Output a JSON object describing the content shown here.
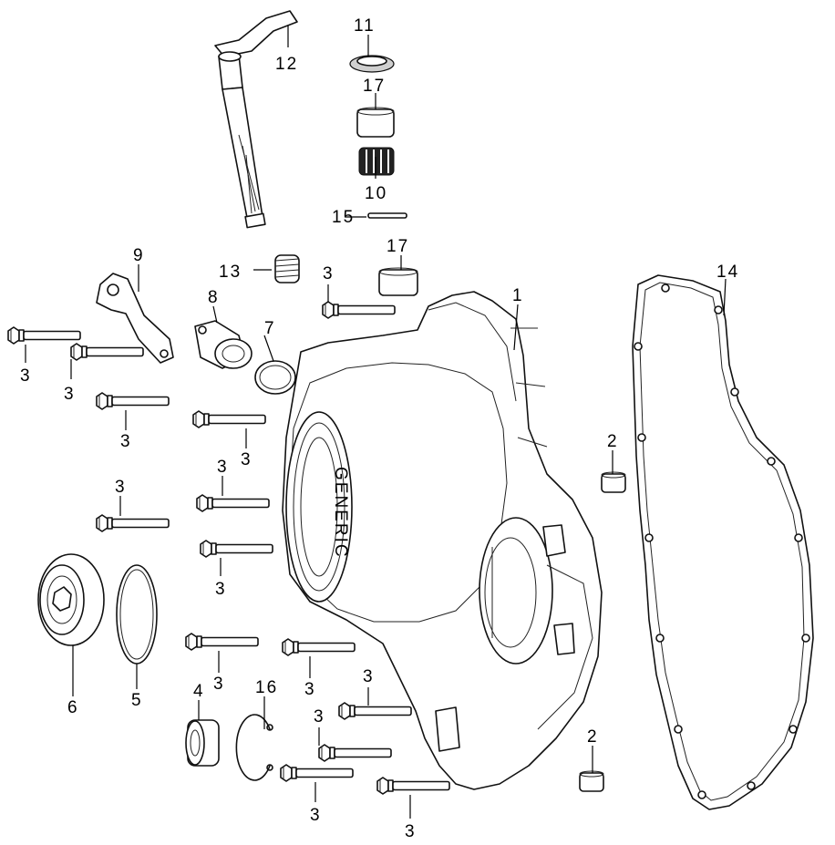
{
  "callouts": [
    {
      "id": "c1",
      "label": "1"
    },
    {
      "id": "c2a",
      "label": "2"
    },
    {
      "id": "c2b",
      "label": "2"
    },
    {
      "id": "c3a",
      "label": "3"
    },
    {
      "id": "c3b",
      "label": "3"
    },
    {
      "id": "c3c",
      "label": "3"
    },
    {
      "id": "c3d",
      "label": "3"
    },
    {
      "id": "c3e",
      "label": "3"
    },
    {
      "id": "c3f",
      "label": "3"
    },
    {
      "id": "c3g",
      "label": "3"
    },
    {
      "id": "c3h",
      "label": "3"
    },
    {
      "id": "c3i",
      "label": "3"
    },
    {
      "id": "c3j",
      "label": "3"
    },
    {
      "id": "c3k",
      "label": "3"
    },
    {
      "id": "c3l",
      "label": "3"
    },
    {
      "id": "c3m",
      "label": "3"
    },
    {
      "id": "c3n",
      "label": "3"
    },
    {
      "id": "c3o",
      "label": "3"
    },
    {
      "id": "c4",
      "label": "4"
    },
    {
      "id": "c5",
      "label": "5"
    },
    {
      "id": "c6",
      "label": "6"
    },
    {
      "id": "c7",
      "label": "7"
    },
    {
      "id": "c8",
      "label": "8"
    },
    {
      "id": "c9",
      "label": "9"
    },
    {
      "id": "c10",
      "label": "10"
    },
    {
      "id": "c11",
      "label": "11"
    },
    {
      "id": "c12",
      "label": "12"
    },
    {
      "id": "c13",
      "label": "13"
    },
    {
      "id": "c14",
      "label": "14"
    },
    {
      "id": "c15",
      "label": "15"
    },
    {
      "id": "c16",
      "label": "16"
    },
    {
      "id": "c17a",
      "label": "17"
    },
    {
      "id": "c17b",
      "label": "17"
    }
  ],
  "cover_emblem": "GENERIC"
}
